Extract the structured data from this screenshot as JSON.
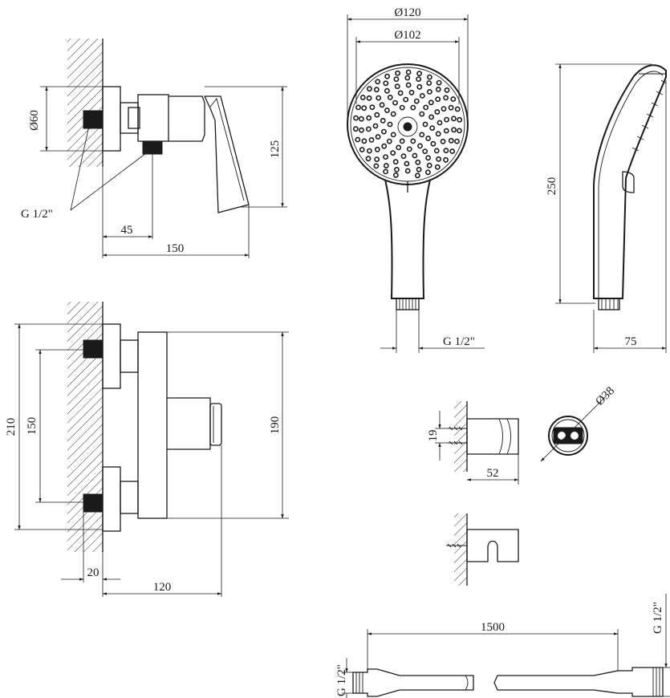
{
  "labels": {
    "mixer_side": {
      "diameter_body": "Ø60",
      "height_total": "125",
      "thread": "G 1/2\"",
      "depth_to_outlet": "45",
      "depth_total": "150"
    },
    "mixer_front": {
      "height_plate": "210",
      "center_distance": "150",
      "height_body": "190",
      "wall_offset": "20",
      "depth": "120"
    },
    "hand_shower_front": {
      "diameter_outer": "Ø120",
      "diameter_spray": "Ø102",
      "thread": "G 1/2\""
    },
    "hand_shower_side": {
      "length": "250",
      "width": "75"
    },
    "holder": {
      "height": "19",
      "depth": "52",
      "diameter": "Ø38"
    },
    "hose": {
      "length": "1500",
      "thread_left": "G 1/2\"",
      "thread_right": "G 1/2\""
    }
  }
}
